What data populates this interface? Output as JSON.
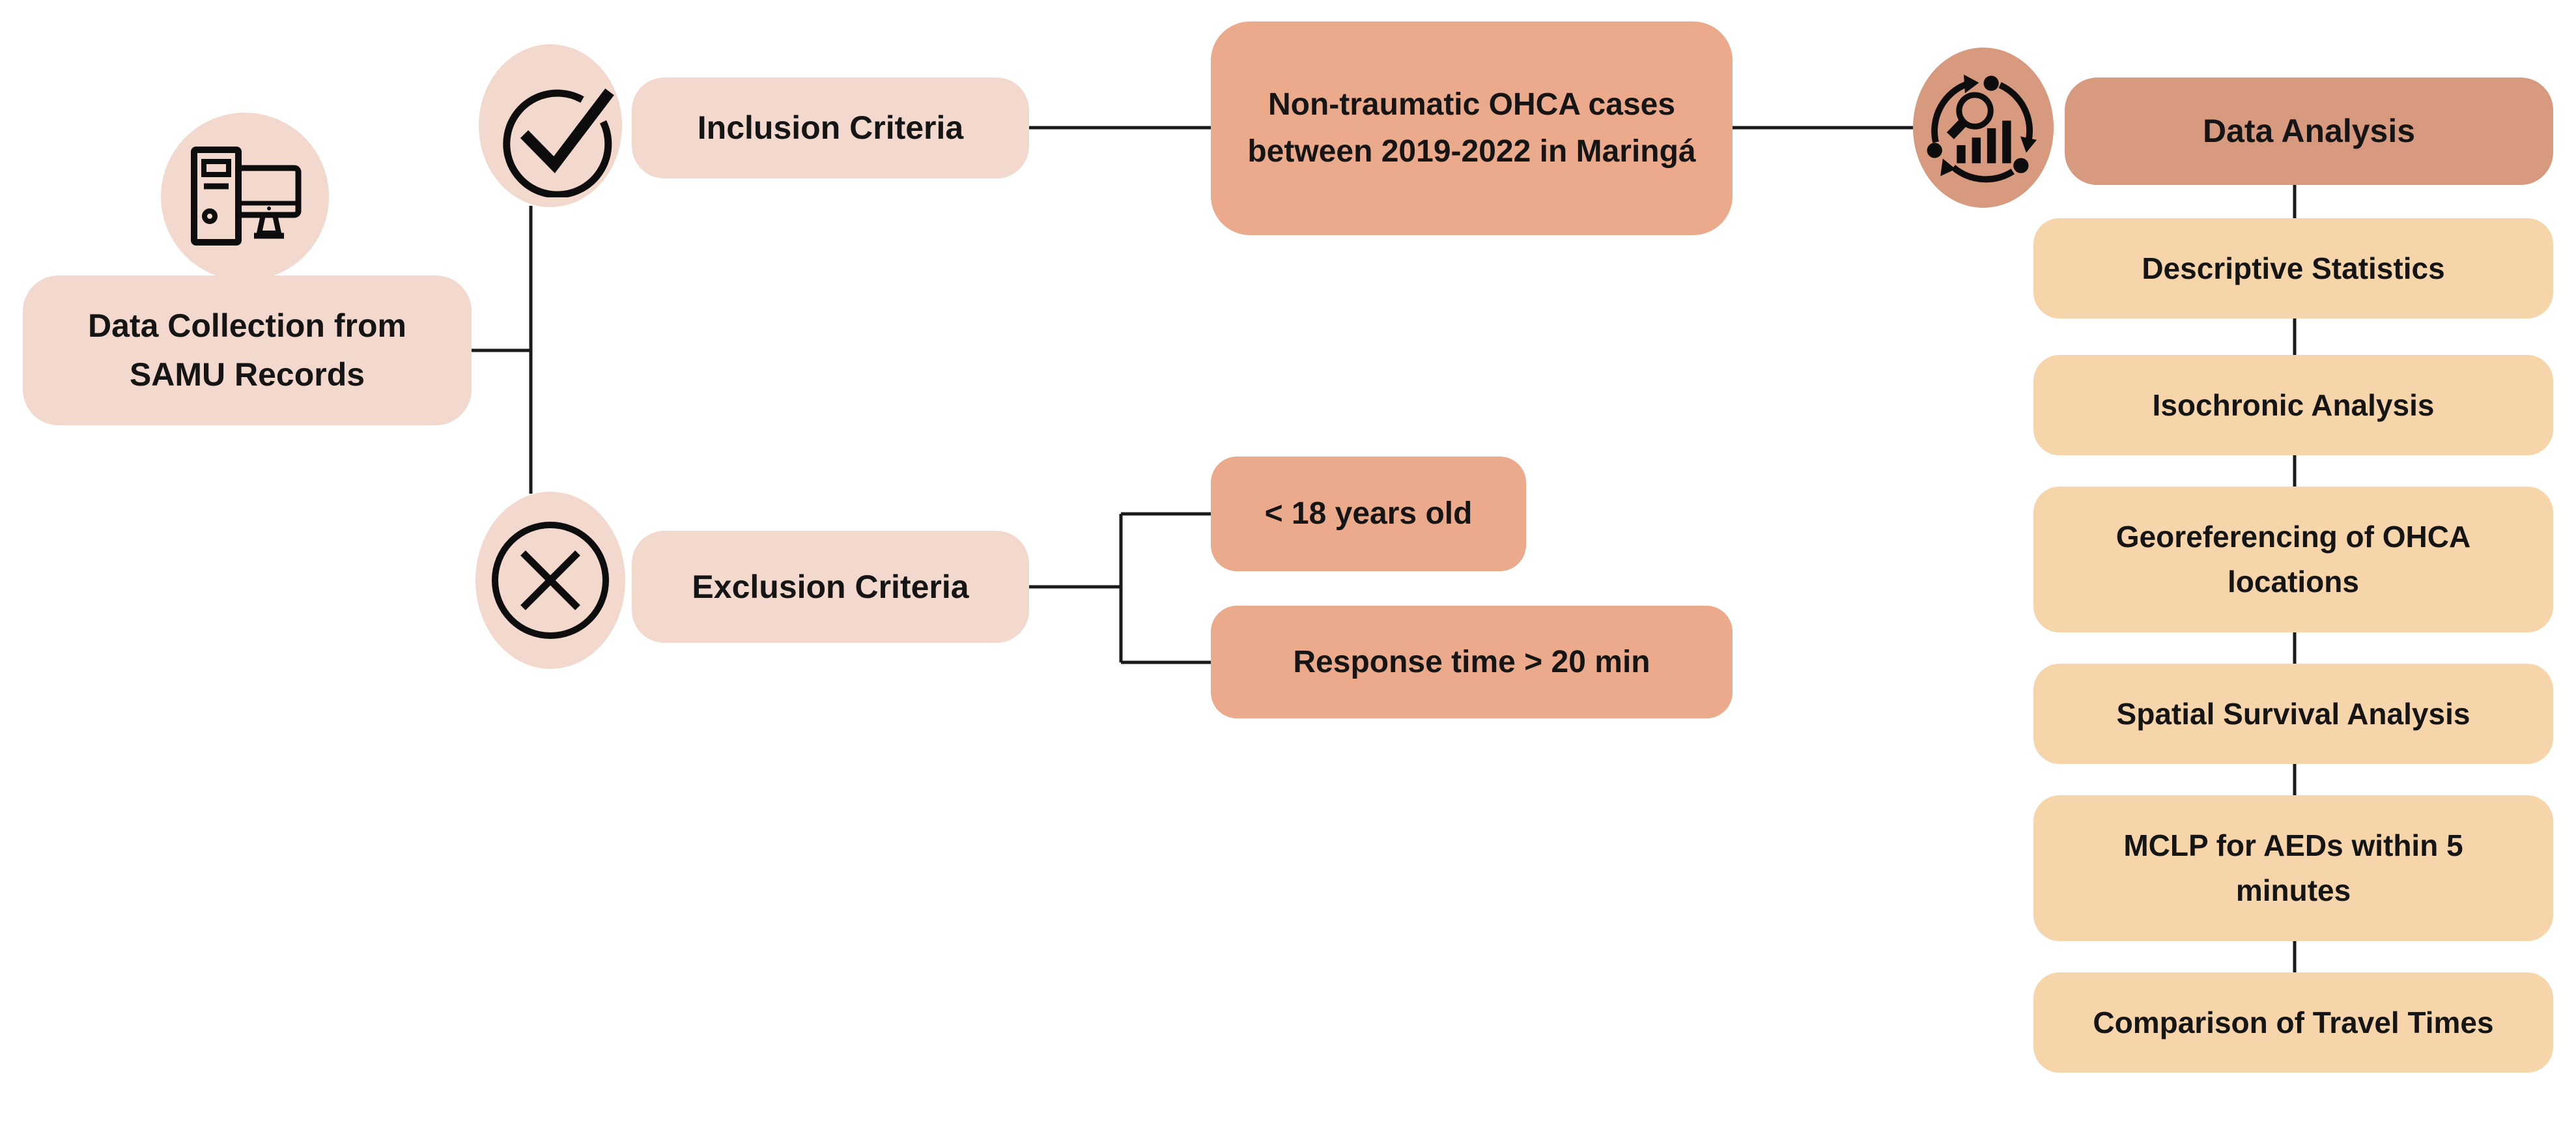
{
  "diagram_title": "OHCA data collection and analysis flowchart",
  "palette": {
    "light_pink": "#f2d8cd",
    "salmon": "#ebaa8b",
    "dark_salmon": "#d79a7f",
    "peach": "#f6d5aa",
    "line_color": "#1a1a1a",
    "text_color": "#151515",
    "background": "#ffffff"
  },
  "nodes": {
    "data_collection": {
      "label": "Data Collection from SAMU Records",
      "icon": "computer-icon"
    },
    "inclusion": {
      "label": "Inclusion Criteria",
      "icon": "check-circle-icon",
      "outcome": {
        "label": "Non-traumatic OHCA cases between 2019-2022 in Maringá"
      }
    },
    "exclusion": {
      "label": "Exclusion Criteria",
      "icon": "x-circle-icon",
      "items": [
        {
          "label": "< 18 years old"
        },
        {
          "label": "Response time > 20 min"
        }
      ]
    },
    "data_analysis": {
      "label": "Data Analysis",
      "icon": "data-analysis-icon",
      "steps": [
        {
          "label": "Descriptive Statistics"
        },
        {
          "label": "Isochronic Analysis"
        },
        {
          "label": "Georeferencing of OHCA locations"
        },
        {
          "label": "Spatial Survival Analysis"
        },
        {
          "label": "MCLP for AEDs within 5 minutes"
        },
        {
          "label": "Comparison of Travel Times"
        }
      ]
    }
  }
}
